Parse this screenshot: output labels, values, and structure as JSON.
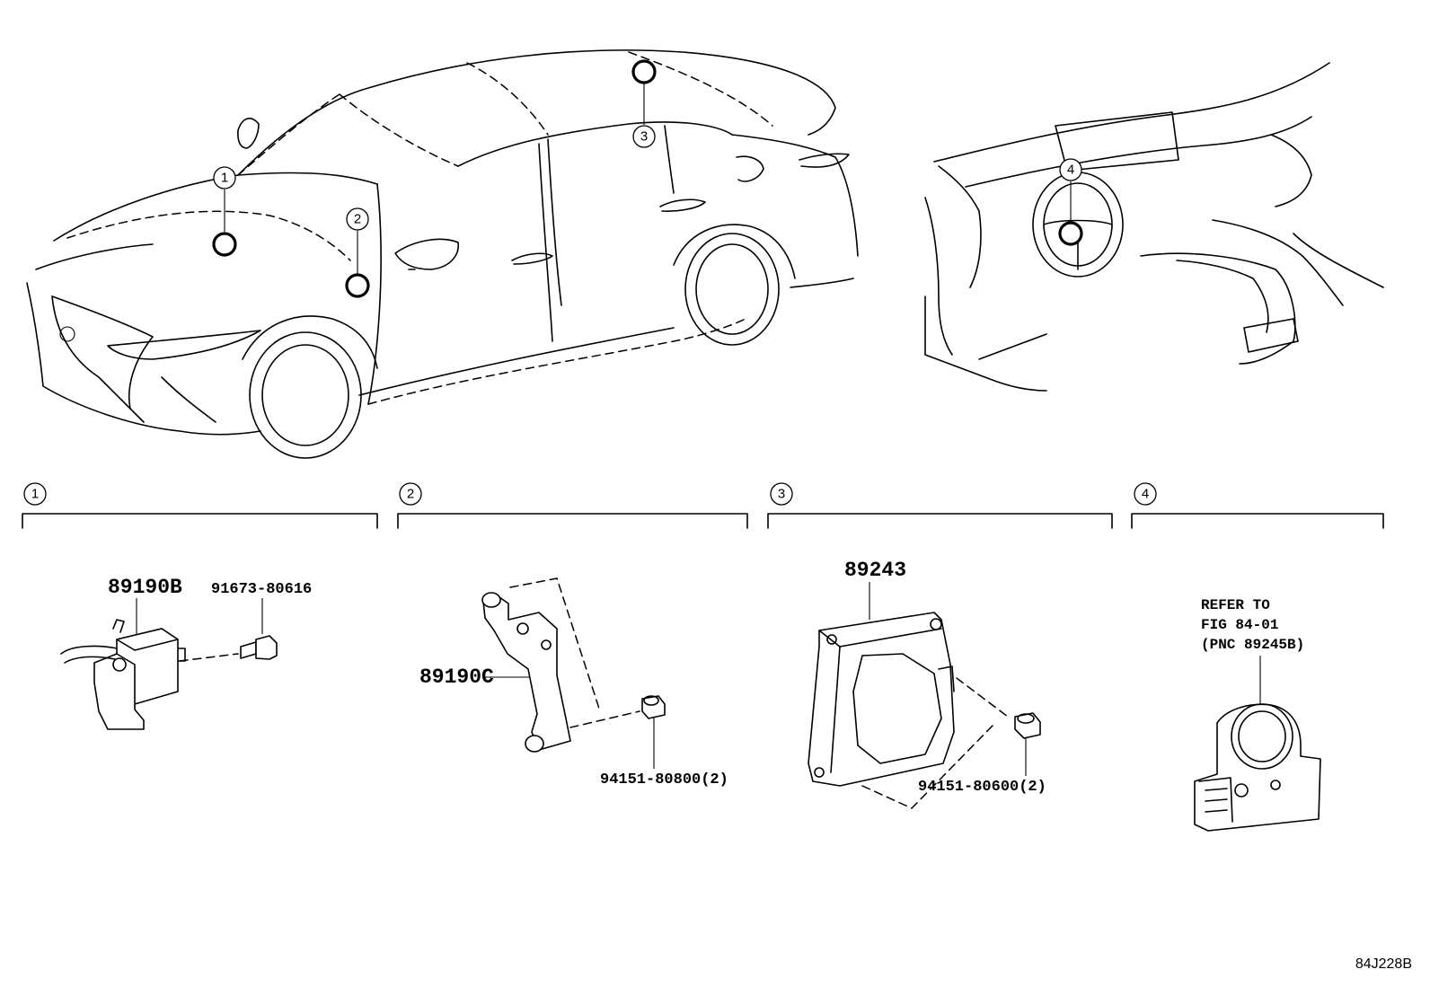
{
  "overview": {
    "callouts": [
      "1",
      "2",
      "3",
      "4"
    ]
  },
  "sections": [
    {
      "number": "1",
      "parts": [
        "89190B",
        "91673-80616"
      ]
    },
    {
      "number": "2",
      "parts": [
        "89190C",
        "94151-80800(2)"
      ]
    },
    {
      "number": "3",
      "parts": [
        "89243",
        "94151-80600(2)"
      ]
    },
    {
      "number": "4",
      "reference": [
        "REFER TO",
        "FIG 84-01",
        "(PNC 89245B)"
      ]
    }
  ],
  "figure_id": "84J228B"
}
